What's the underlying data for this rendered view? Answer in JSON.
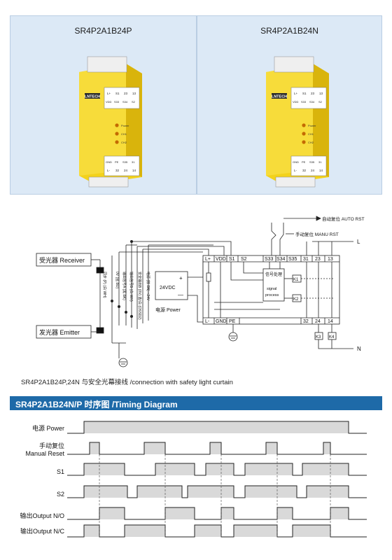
{
  "products": [
    {
      "model": "SR4P2A1B24P",
      "brand": "LNTECH"
    },
    {
      "model": "SR4P2A1B24N",
      "brand": "LNTECH"
    }
  ],
  "device_labels": {
    "top_terminals": [
      "L+",
      "S1",
      "23",
      "13",
      "VDD",
      "S33",
      "S34",
      "S2"
    ],
    "bottom_terminals": [
      "GND",
      "PE",
      "S35",
      "31",
      "L-",
      "32",
      "24",
      "14"
    ],
    "leds": [
      "Power",
      "CH1",
      "CH2"
    ]
  },
  "wiring": {
    "auto_reset": "自动复位 AUTO RST",
    "manual_reset": "手动复位 MANU RST",
    "receiver": "受光器  Receiver",
    "emitter": "发光器  Emitter",
    "power_voltage": "24VDC",
    "power_label": "电源 Power",
    "plus": "+",
    "minus": "—",
    "line_L": "L",
    "line_N": "N",
    "signal_cn": "信号处理",
    "signal_en1": "signal",
    "signal_en2": "process",
    "k1": "K1",
    "k2": "K2",
    "k3": "K3",
    "k4": "K4",
    "top_row": [
      "L+",
      "VDD",
      "S1",
      "S2",
      "S33",
      "S34",
      "S35",
      "31",
      "23",
      "13"
    ],
    "bottom_row": [
      "L-",
      "GND",
      "PE",
      "32",
      "24",
      "14"
    ],
    "wire_labels": [
      "同步 (P) (白 WH)",
      "0V (蓝 BU)",
      "输出信号A (黑 BK)",
      "输出信号B (白 WH)",
      "安全输出B (0V) 蓝/白 (OSSD2)",
      "电源 (棕 BN) +24V"
    ]
  },
  "caption": "SR4P2A1B24P,24N 与安全光幕接线 /connection with safety light curtain",
  "section_title": "SR4P2A1B24N/P 时序图 /Timing Diagram",
  "timing": {
    "rows": [
      {
        "label": "电源 Power",
        "label2": ""
      },
      {
        "label": "手动复位",
        "label2": "Manual Reset"
      },
      {
        "label": "S1",
        "label2": ""
      },
      {
        "label": "S2",
        "label2": ""
      },
      {
        "label": "输出Output N/O",
        "label2": ""
      },
      {
        "label": "输出Output N/C",
        "label2": ""
      }
    ]
  }
}
